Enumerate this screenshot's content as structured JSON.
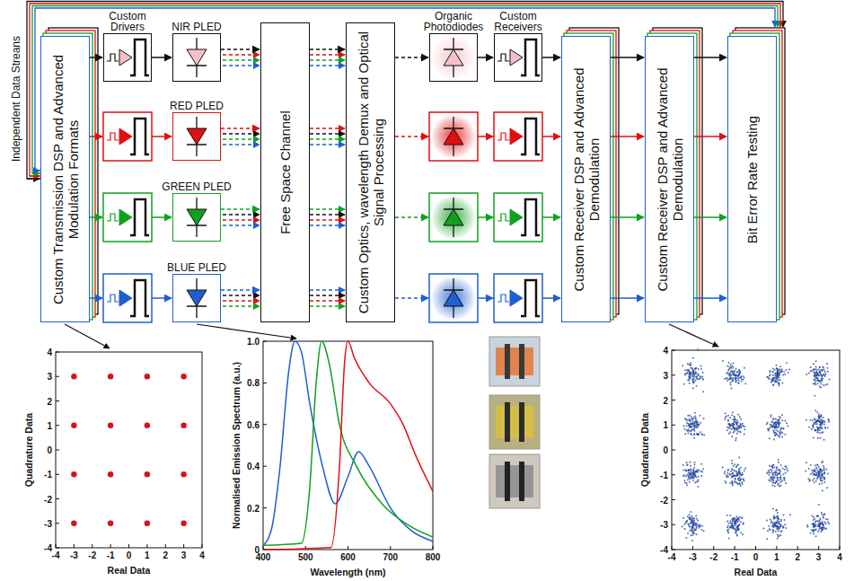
{
  "diagram": {
    "nodes": [
      {
        "text": [
          "Custom Transmission DSP and Advanced Modulation Formats"
        ]
      },
      {
        "text": [
          "Custom Drivers"
        ]
      },
      {
        "text": [
          "NIR PLED"
        ]
      },
      {
        "text": [
          "RED PLED"
        ]
      },
      {
        "text": [
          "GREEN PLED"
        ]
      },
      {
        "text": [
          "BLUE PLED"
        ]
      },
      {
        "text": [
          "Free Space Channel"
        ]
      },
      {
        "text": [
          "Custom Optics, wavelength Demux and Optical Signal Processing"
        ]
      },
      {
        "text": [
          "Organic Photodiodes"
        ]
      },
      {
        "text": [
          "Custom Receivers"
        ]
      },
      {
        "text": [
          "Custom Receiver DSP and Advanced Demodulation"
        ]
      },
      {
        "text": [
          "Custom Receiver DSP and Advanced Demodulation"
        ]
      },
      {
        "text": [
          "Bit Error Rate Testing"
        ]
      }
    ],
    "edges": [
      {
        "from": 0,
        "to": 1,
        "arrow": "to"
      },
      {
        "from": 1,
        "to": 2,
        "arrow": "to"
      },
      {
        "from": 2,
        "to": 6,
        "arrow": "to"
      },
      {
        "from": 3,
        "to": 6,
        "arrow": "to"
      },
      {
        "from": 4,
        "to": 6,
        "arrow": "to"
      },
      {
        "from": 5,
        "to": 6,
        "arrow": "to"
      },
      {
        "from": 6,
        "to": 7,
        "arrow": "to"
      },
      {
        "from": 7,
        "to": 8,
        "arrow": "to"
      },
      {
        "from": 8,
        "to": 9,
        "arrow": "to"
      },
      {
        "from": 9,
        "to": 10,
        "arrow": "to"
      },
      {
        "from": 10,
        "to": 11,
        "arrow": "to"
      },
      {
        "from": 11,
        "to": 12,
        "arrow": "to"
      }
    ],
    "labels": [
      "Independent Data Streans",
      "4",
      "3",
      "2",
      "1",
      "0",
      "-1",
      "-2",
      "-3",
      "-4",
      "-4",
      "-3",
      "-2",
      "-1",
      "0",
      "1",
      "2",
      "3",
      "4",
      "Quadrature Data",
      "Real Data",
      "1.0",
      "0.8",
      "0.6",
      "0.4",
      "0.2",
      "0",
      "400",
      "500",
      "600",
      "700",
      "800",
      "Normalised Emission Spectrum (a.u.)",
      "Wavelength (nm)",
      "4",
      "3",
      "2",
      "1",
      "0",
      "-1",
      "-2",
      "-3",
      "-4",
      "-4",
      "-3",
      "-2",
      "-1",
      "0",
      "1",
      "2",
      "3",
      "4",
      "Quadrature Data",
      "Real Data"
    ]
  }
}
